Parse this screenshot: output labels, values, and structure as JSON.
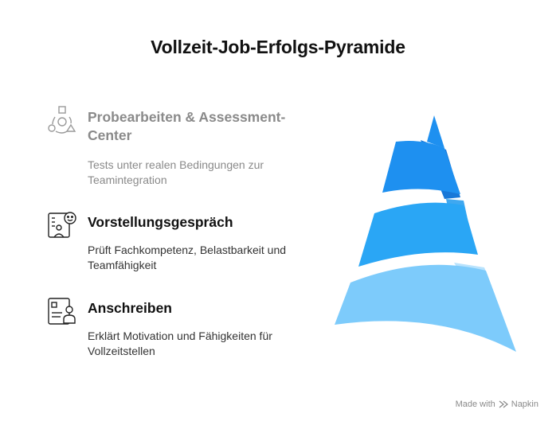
{
  "title": "Vollzeit-Job-Erfolgs-Pyramide",
  "items": [
    {
      "heading_line1": "Probearbeiten & Assessment-",
      "heading_line2": "Center",
      "desc_line1": "Tests unter realen Bedingungen zur",
      "desc_line2": "Teamintegration",
      "icon": "shapes-team-icon"
    },
    {
      "heading_line1": "Vorstellungsgespräch",
      "desc_line1": "Prüft Fachkompetenz, Belastbarkeit und",
      "desc_line2": "Teamfähigkeit",
      "icon": "interview-icon"
    },
    {
      "heading_line1": "Anschreiben",
      "desc_line1": "Erklärt Motivation und Fähigkeiten für",
      "desc_line2": "Vollzeitstellen",
      "icon": "cover-letter-icon"
    }
  ],
  "footer": {
    "made_with": "Made with",
    "brand": "Napkin"
  },
  "colors": {
    "tier_top": "#1E90F0",
    "tier_middle": "#2AA6F5",
    "tier_bottom": "#7DCBFB",
    "tier_back": "#B9E3FD"
  }
}
